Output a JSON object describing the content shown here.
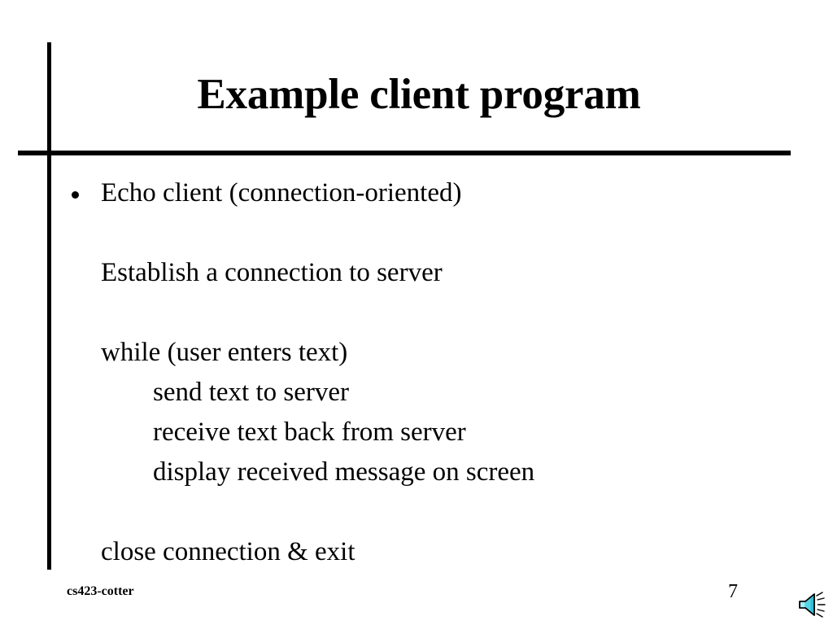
{
  "slide": {
    "title": "Example client program",
    "background_color": "#ffffff",
    "text_color": "#000000",
    "rules": {
      "vertical_rule_color": "#000000",
      "horizontal_rule_color": "#000000"
    },
    "body_lines": [
      {
        "text": "Echo client (connection-oriented)",
        "level": "bullet"
      },
      {
        "text": "",
        "level": "blank"
      },
      {
        "text": "Establish a connection to server",
        "level": "1"
      },
      {
        "text": "",
        "level": "blank"
      },
      {
        "text": "while (user enters text)",
        "level": "1"
      },
      {
        "text": "send text to server",
        "level": "2"
      },
      {
        "text": "receive text back from server",
        "level": "2"
      },
      {
        "text": "display received message on screen",
        "level": "2"
      },
      {
        "text": "",
        "level": "blank"
      },
      {
        "text": "close connection & exit",
        "level": "1"
      }
    ],
    "footer": {
      "course_label": "cs423-cotter",
      "page_number": "7",
      "speaker_icon_name": "speaker-sound-icon",
      "speaker_icon_colors": {
        "cone_fill": "#55d6e6",
        "cone_highlight": "#a8eef5",
        "cone_shadow": "#1ba8bd",
        "outline": "#000000"
      }
    }
  }
}
